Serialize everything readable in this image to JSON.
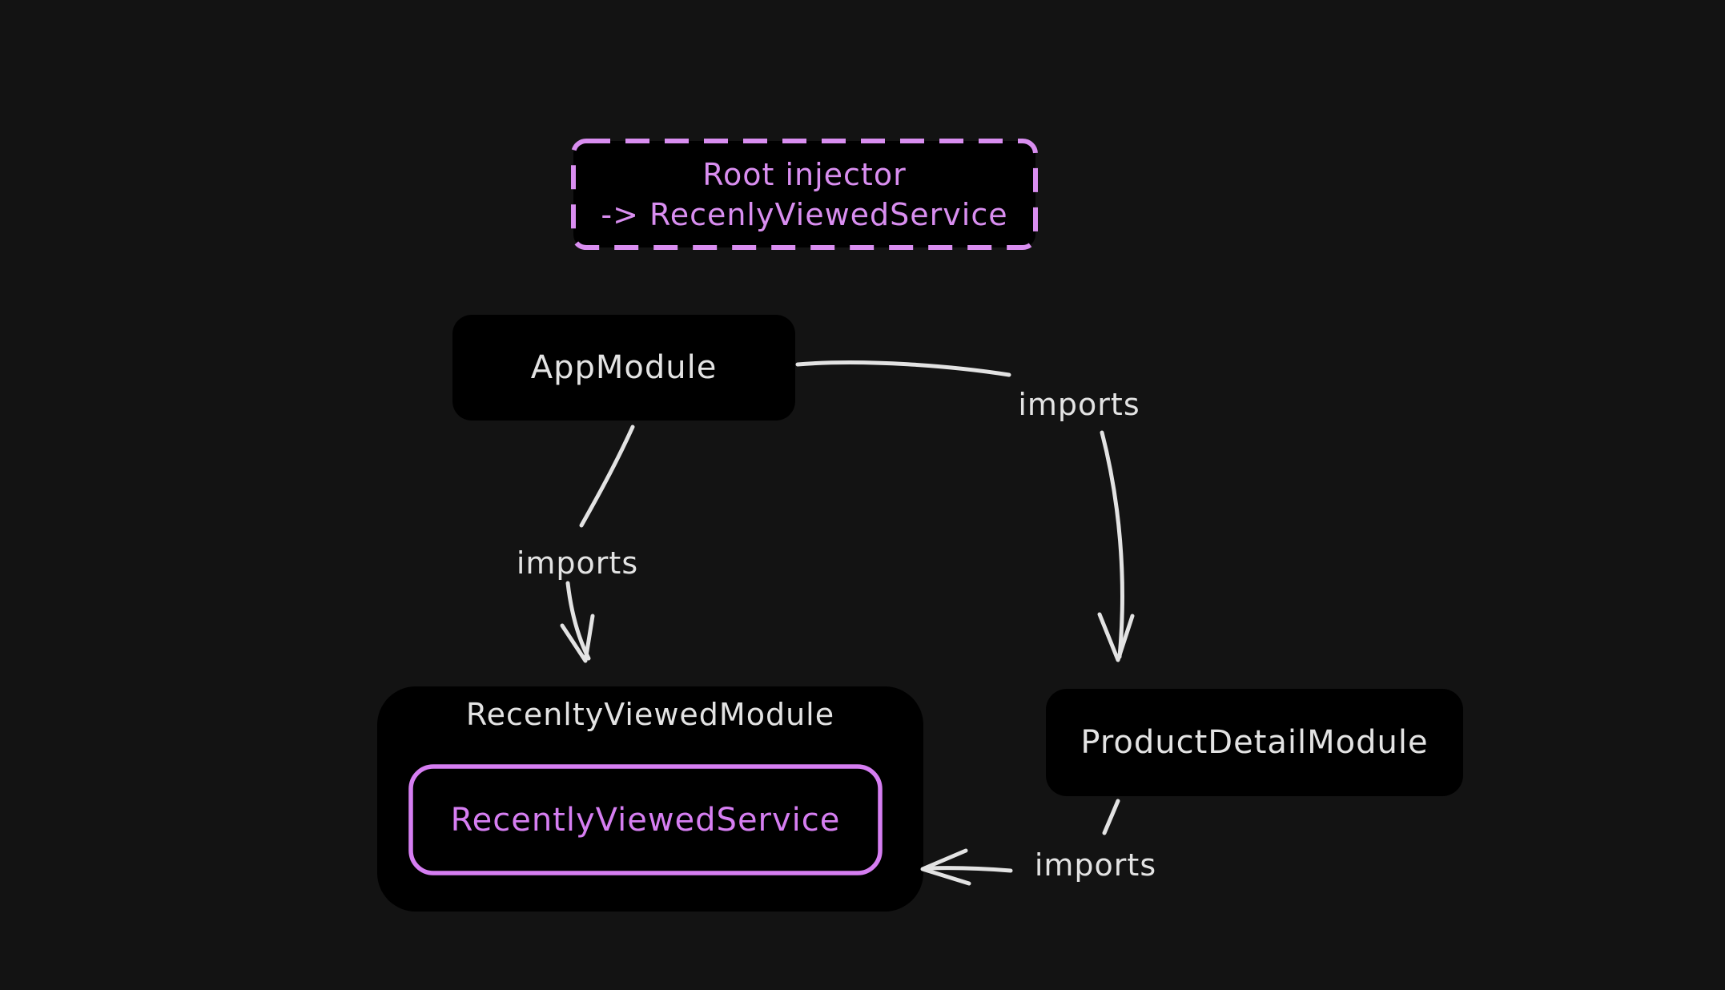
{
  "theme": {
    "canvas_bg": "#131313",
    "stroke_white": "#e3e3e3",
    "accent_note": "#d98ef0",
    "accent_service": "#d67ef2"
  },
  "nodes": {
    "root_injector_note": {
      "line1": "Root injector",
      "line2": "-> RecenlyViewedService"
    },
    "app_module": {
      "label": "AppModule"
    },
    "recently_viewed_module": {
      "label": "RecenltyViewedModule"
    },
    "recently_viewed_service": {
      "label": "RecentlyViewedService"
    },
    "product_detail_module": {
      "label": "ProductDetailModule"
    }
  },
  "edges": {
    "app_to_product": {
      "label": "imports"
    },
    "app_to_recently": {
      "label": "imports"
    },
    "product_to_recently": {
      "label": "imports"
    }
  }
}
